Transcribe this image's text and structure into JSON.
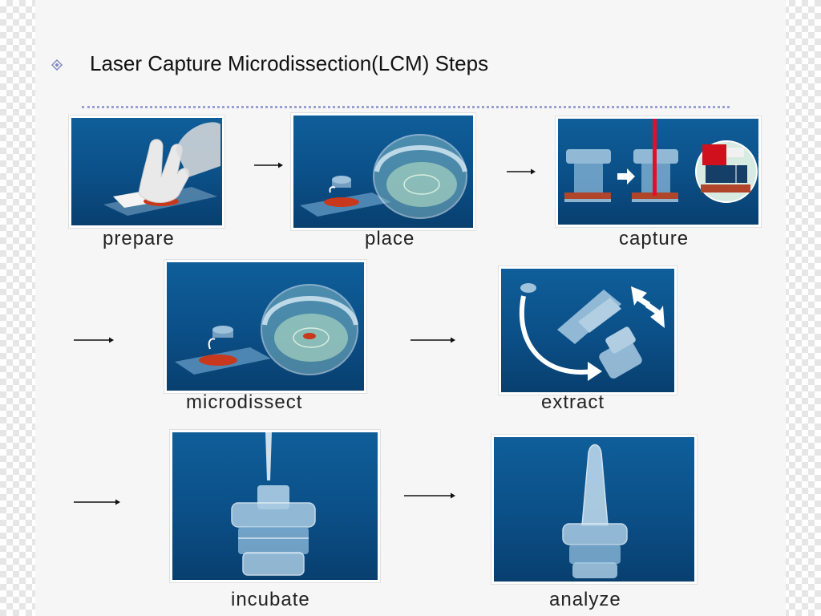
{
  "slide": {
    "title": "Laser Capture Microdissection(LCM) Steps",
    "bullet_icon": "diamond-bullet-icon"
  },
  "steps": [
    {
      "id": "prepare",
      "label": "prepare",
      "image_icon": "gloved-hand-wiping-slide-icon"
    },
    {
      "id": "place",
      "label": "place",
      "image_icon": "cap-over-tissue-slide-icon"
    },
    {
      "id": "capture",
      "label": "capture",
      "image_icon": "laser-beam-capture-icon"
    },
    {
      "id": "microdissect",
      "label": "microdissect",
      "image_icon": "cap-lifting-cells-icon"
    },
    {
      "id": "extract",
      "label": "extract",
      "image_icon": "cap-rotation-arrows-icon"
    },
    {
      "id": "incubate",
      "label": "incubate",
      "image_icon": "pipette-into-tube-icon"
    },
    {
      "id": "analyze",
      "label": "analyze",
      "image_icon": "sealed-tube-icon"
    }
  ],
  "colors": {
    "panel_blue": "#0b4f87",
    "tissue_red": "#c8381c",
    "laser_red": "#e0102a",
    "dotted_rule": "#9aa0d2"
  }
}
